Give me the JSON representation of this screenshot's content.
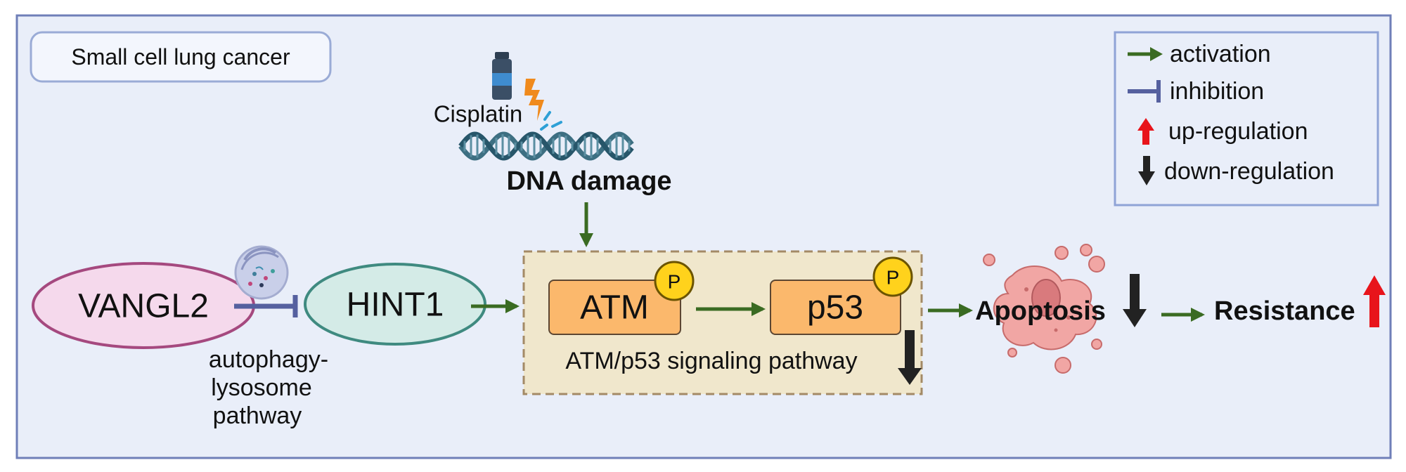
{
  "context_label": "Small cell lung cancer",
  "drug_label": "Cisplatin",
  "dna_damage_label": "DNA damage",
  "nodes": {
    "vangl2": "VANGL2",
    "hint1": "HINT1",
    "atm": "ATM",
    "p53": "p53",
    "phospho_mark": "P"
  },
  "autophagy_label": [
    "autophagy-",
    "lysosome",
    "pathway"
  ],
  "pathway_label": "ATM/p53 signaling pathway",
  "outcomes": {
    "apoptosis": "Apoptosis",
    "resistance": "Resistance"
  },
  "legend": {
    "activation": "activation",
    "inhibition": "inhibition",
    "up_regulation": "up-regulation",
    "down_regulation": "down-regulation"
  },
  "colors": {
    "background": "#e9eef9",
    "frame": "#6f7fb8",
    "activation": "#3a6b22",
    "inhibition": "#55609f",
    "up_regulation": "#e8141b",
    "down_regulation": "#222222",
    "vangl2_fill": "#f5d9ec",
    "vangl2_stroke": "#a5497f",
    "hint1_fill": "#d4ebe7",
    "hint1_stroke": "#3f8a80",
    "pathway_box": "#f0e7cc",
    "pathway_border": "#a38a66",
    "node_fill": "#fbb86c",
    "phospho_fill": "#ffd21c",
    "cell_fill": "#f1a6a4"
  },
  "icons": [
    "cisplatin-vial-icon",
    "lightning-icon",
    "dna-helix-icon",
    "lysosome-icon",
    "apoptotic-cell-icon"
  ]
}
